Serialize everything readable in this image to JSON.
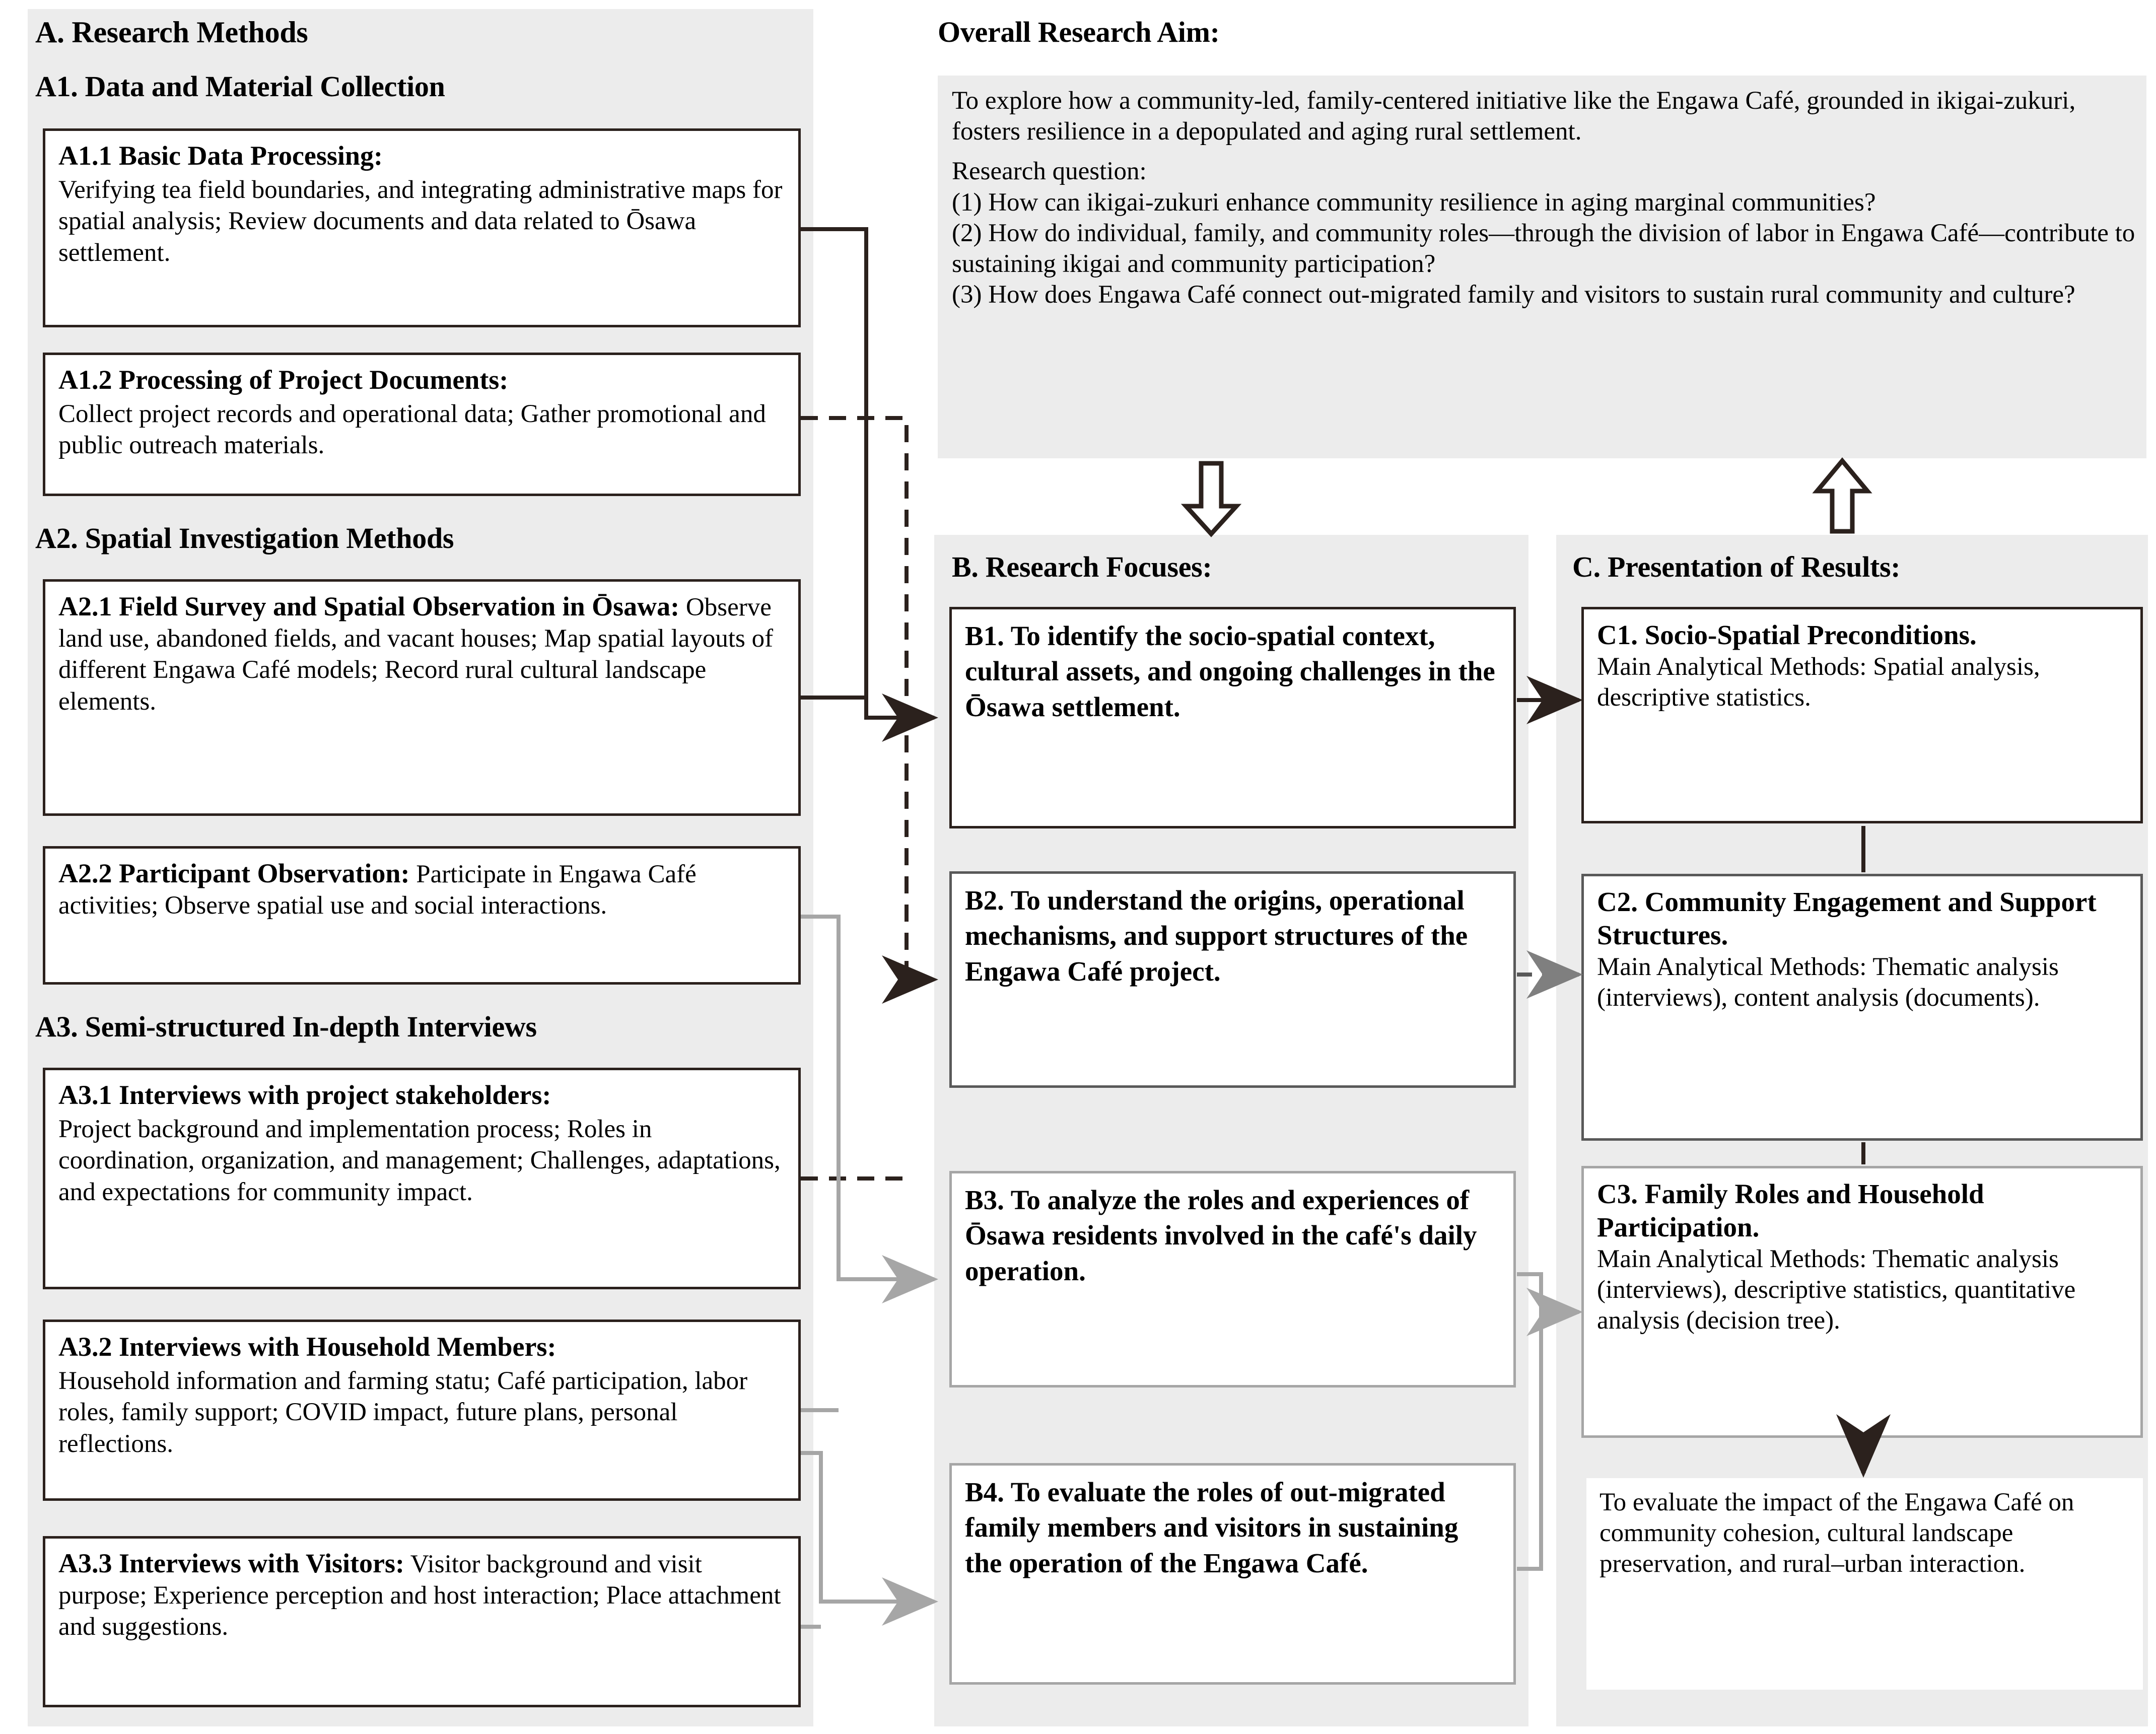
{
  "panel_a": {
    "heading": "A. Research Methods",
    "sections": [
      {
        "heading": "A1. Data and Material Collection"
      },
      {
        "heading": "A2. Spatial Investigation Methods"
      },
      {
        "heading": "A3. Semi-structured In-depth Interviews"
      }
    ],
    "boxes": {
      "a11": {
        "title": "A1.1 Basic Data Processing:",
        "body": "Verifying tea field boundaries, and integrating administrative maps for spatial analysis; Review documents and data related to Ōsawa settlement."
      },
      "a12": {
        "title": "A1.2 Processing of Project Documents:",
        "body": "Collect project records and operational data; Gather promotional and public outreach materials."
      },
      "a21": {
        "title": "A2.1 Field Survey and Spatial Observation in Ōsawa:",
        "body": " Observe land use, abandoned fields, and vacant houses; Map spatial layouts of different Engawa Café models; Record rural cultural landscape elements."
      },
      "a22": {
        "title": "A2.2 Participant Observation:",
        "body": " Participate in Engawa Café activities; Observe spatial use and social interactions."
      },
      "a31": {
        "title": "A3.1 Interviews with project stakeholders:",
        "body": "Project background and implementation process; Roles in coordination, organization, and management; Challenges, adaptations, and expectations for community impact."
      },
      "a32": {
        "title": "A3.2 Interviews with Household Members:",
        "body": "Household information and farming statu; Café participation, labor roles, family support; COVID impact, future plans, personal reflections."
      },
      "a33": {
        "title": "A3.3 Interviews with Visitors:",
        "body": " Visitor background and visit purpose; Experience perception and host interaction; Place attachment and suggestions."
      }
    }
  },
  "panel_aim": {
    "heading": "Overall Research Aim:",
    "aim": "To explore how a community-led, family-centered initiative like the Engawa Café, grounded in ikigai-zukuri, fosters resilience in a depopulated and aging rural settlement.",
    "question_label": "Research question:",
    "questions": [
      "(1) How can ikigai-zukuri enhance community resilience in aging marginal communities?",
      "(2) How do individual, family, and community roles—through the division of labor in Engawa Café—contribute to sustaining ikigai and community participation?",
      "(3) How does Engawa Café connect out-migrated family and visitors to sustain rural community and culture?"
    ]
  },
  "panel_b": {
    "heading": "B. Research Focuses:",
    "boxes": {
      "b1": {
        "title": "B1. To identify the socio-spatial context, cultural assets, and ongoing challenges in the Ōsawa settlement."
      },
      "b2": {
        "title": "B2. To understand the origins, operational mechanisms, and support structures of the Engawa Café project."
      },
      "b3": {
        "title": "B3. To analyze the roles and experiences of Ōsawa residents involved in the café's daily operation."
      },
      "b4": {
        "title": "B4. To evaluate the roles of out-migrated family members and visitors in sustaining the operation of the Engawa Café."
      }
    }
  },
  "panel_c": {
    "heading": "C. Presentation of Results:",
    "boxes": {
      "c1": {
        "title": "C1. Socio-Spatial Preconditions.",
        "body": "Main Analytical Methods: Spatial analysis, descriptive statistics."
      },
      "c2": {
        "title": "C2. Community Engagement and Support Structures.",
        "body": "Main Analytical Methods: Thematic analysis (interviews), content analysis (documents)."
      },
      "c3": {
        "title": "C3. Family Roles and Household Participation.",
        "body": "Main Analytical Methods: Thematic analysis (interviews), descriptive statistics, quantitative analysis (decision tree)."
      },
      "c4": {
        "body": "To evaluate the impact of the Engawa Café on community cohesion, cultural landscape preservation, and rural–urban interaction."
      }
    }
  },
  "colors": {
    "panel_bg": "#ececec",
    "box_border_dark": "#2b211d",
    "box_border_gray": "#595959",
    "box_border_light": "#a6a6a6",
    "text": "#000000"
  }
}
